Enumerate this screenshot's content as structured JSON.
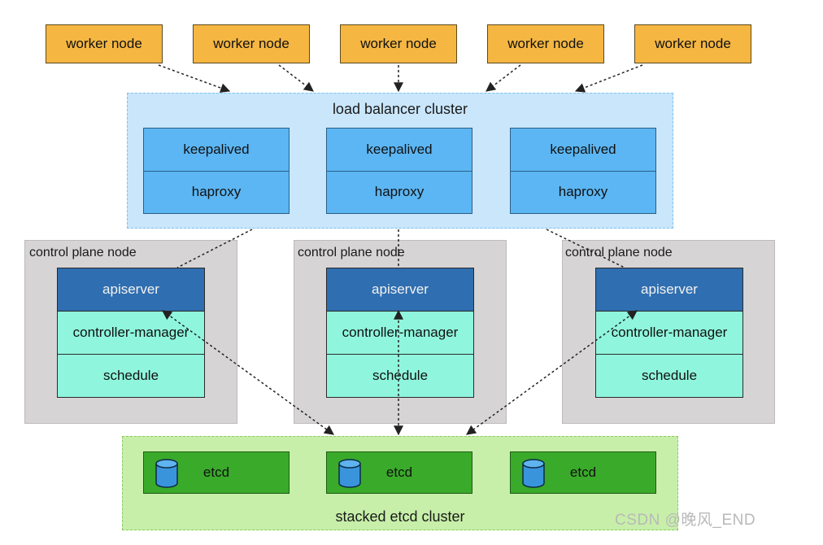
{
  "workers": [
    "worker node",
    "worker node",
    "worker node",
    "worker node",
    "worker node"
  ],
  "load_balancer": {
    "title": "load balancer cluster",
    "nodes": [
      {
        "top": "keepalived",
        "bottom": "haproxy"
      },
      {
        "top": "keepalived",
        "bottom": "haproxy"
      },
      {
        "top": "keepalived",
        "bottom": "haproxy"
      }
    ]
  },
  "control_plane": [
    {
      "label": "control plane node",
      "apiserver": "apiserver",
      "controller_manager": "controller-manager",
      "scheduler": "schedule"
    },
    {
      "label": "control plane node",
      "apiserver": "apiserver",
      "controller_manager": "controller-manager",
      "scheduler": "schedule"
    },
    {
      "label": "control plane node",
      "apiserver": "apiserver",
      "controller_manager": "controller-manager",
      "scheduler": "schedule"
    }
  ],
  "etcd": {
    "title": "stacked etcd cluster",
    "nodes": [
      "etcd",
      "etcd",
      "etcd"
    ]
  },
  "watermark": "CSDN @晚风_END",
  "colors": {
    "worker": "#f5b642",
    "lb_background": "#c9e6fb",
    "lb_box": "#5cb6f3",
    "control_plane_background": "#d6d4d5",
    "apiserver": "#2f6eb0",
    "controller_manager": "#8ff6dd",
    "etcd_background": "#c7efa9",
    "etcd_box": "#3aaa2a",
    "db_icon": "#3a94dc"
  }
}
